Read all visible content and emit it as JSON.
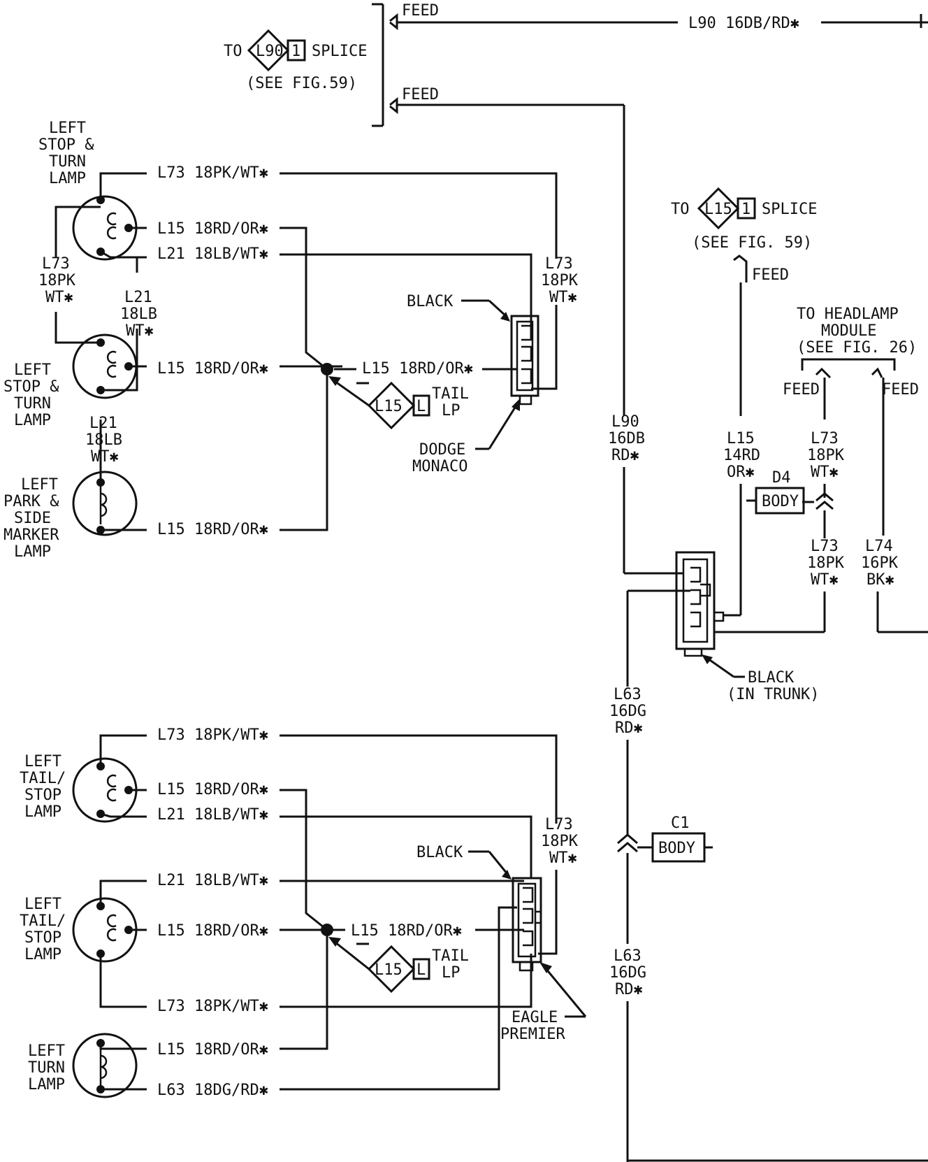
{
  "figure": {
    "top_feed": "FEED",
    "top_l90": "L90 16DB/RD✱",
    "splice_top": {
      "prefix": "TO",
      "circuit": "L90",
      "num": "1",
      "word": "SPLICE",
      "ref": "(SEE FIG.59)"
    },
    "feed2": "FEED",
    "splice_mid": {
      "prefix": "TO",
      "circuit": "L15",
      "num": "1",
      "word": "SPLICE",
      "ref": "(SEE FIG. 59)",
      "feed": "FEED"
    },
    "headlamp": {
      "line1": "TO HEADLAMP",
      "line2": "MODULE",
      "line3": "(SEE FIG. 26)",
      "feed_left": "FEED",
      "feed_right": "FEED"
    },
    "l90_vert": [
      "L90",
      "16DB",
      "RD✱"
    ],
    "l15_vert": [
      "L15",
      "14RD",
      "OR✱"
    ],
    "l73_right_upper": [
      "L73",
      "18PK",
      "WT✱"
    ],
    "l73_right_lower": [
      "L73",
      "18PK",
      "WT✱"
    ],
    "l74_right": [
      "L74",
      "16PK",
      "BK✱"
    ],
    "d4": {
      "id": "D4",
      "label": "BODY"
    },
    "c1": {
      "id": "C1",
      "label": "BODY"
    },
    "black_trunk": [
      "BLACK",
      "(IN TRUNK)"
    ],
    "l63_upper": [
      "L63",
      "16DG",
      "RD✱"
    ],
    "l63_lower": [
      "L63",
      "16DG",
      "RD✱"
    ],
    "dodge": {
      "lamp1": [
        "LEFT",
        "STOP &",
        "TURN",
        "LAMP"
      ],
      "lamp2": [
        "LEFT",
        "STOP &",
        "TURN",
        "LAMP"
      ],
      "lamp3": [
        "LEFT",
        "PARK &",
        "SIDE",
        "MARKER",
        "LAMP"
      ],
      "w_l73": "L73 18PK/WT✱",
      "w_l15a": "L15 18RD/OR✱",
      "w_l21": "L21 18LB/WT✱",
      "w_l15b": "L15 18RD/OR✱",
      "w_l15c": "L15 18RD/OR✱",
      "w_l15_conn": "L15 18RD/OR✱",
      "left_l73": [
        "L73",
        "18PK",
        "WT✱"
      ],
      "left_l21": [
        "L21",
        "18LB",
        "WT✱"
      ],
      "left_l21b": [
        "L21",
        "18LB",
        "WT✱"
      ],
      "right_l73": [
        "L73",
        "18PK",
        "WT✱"
      ],
      "black": "BLACK",
      "tail": {
        "circuit": "L15",
        "letter": "L",
        "line1": "TAIL",
        "line2": "LP"
      },
      "model": [
        "DODGE",
        "MONACO"
      ]
    },
    "eagle": {
      "lamp1": [
        "LEFT",
        "TAIL/",
        "STOP",
        "LAMP"
      ],
      "lamp2": [
        "LEFT",
        "TAIL/",
        "STOP",
        "LAMP"
      ],
      "lamp3": [
        "LEFT",
        "TURN",
        "LAMP"
      ],
      "w_l73a": "L73 18PK/WT✱",
      "w_l15a": "L15 18RD/OR✱",
      "w_l21a": "L21 18LB/WT✱",
      "w_l21b": "L21 18LB/WT✱",
      "w_l15b": "L15 18RD/OR✱",
      "w_l73b": "L73 18PK/WT✱",
      "w_l15c": "L15 18RD/OR✱",
      "w_l63": "L63 18DG/RD✱",
      "w_l15_conn": "L15 18RD/OR✱",
      "right_l73": [
        "L73",
        "18PK",
        "WT✱"
      ],
      "black": "BLACK",
      "tail": {
        "circuit": "L15",
        "letter": "L",
        "line1": "TAIL",
        "line2": "LP"
      },
      "model": [
        "EAGLE",
        "PREMIER"
      ]
    }
  }
}
